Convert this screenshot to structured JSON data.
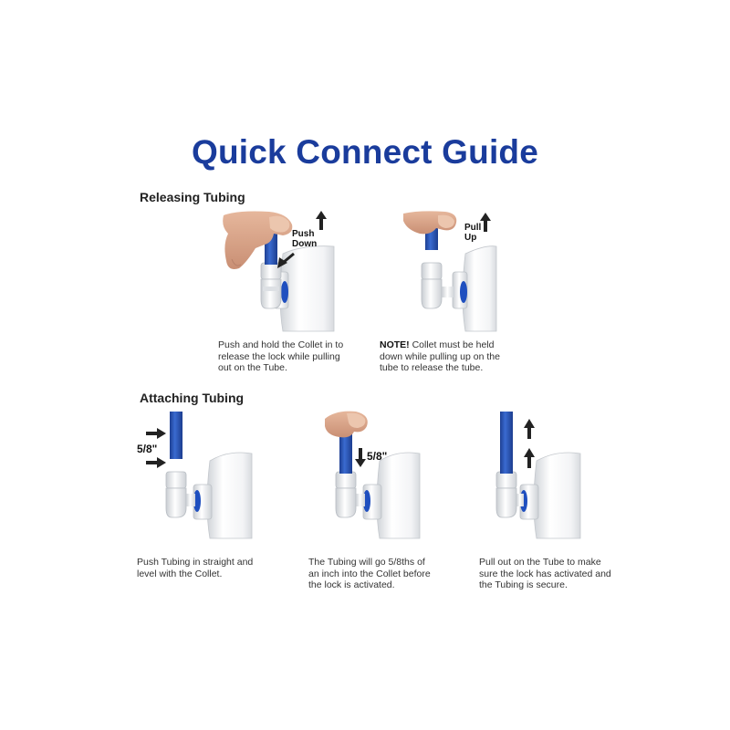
{
  "page": {
    "title": "Quick Connect Guide"
  },
  "releasing": {
    "heading": "Releasing Tubing",
    "step1": {
      "label_line1": "Push",
      "label_line2": "Down",
      "caption": "Push and hold the Collet in to release the lock while pulling out on the Tube."
    },
    "step2": {
      "label_line1": "Pull",
      "label_line2": "Up",
      "caption_bold": "NOTE!",
      "caption": " Collet must be held down while pulling up on the tube to release the tube."
    }
  },
  "attaching": {
    "heading": "Attaching Tubing",
    "step1": {
      "label": "5/8\"",
      "caption": "Push Tubing in straight and level with the Collet."
    },
    "step2": {
      "label": "5/8\"",
      "caption": "The Tubing will go 5/8ths of an inch into the Collet before the lock is activated."
    },
    "step3": {
      "caption": "Pull out on the Tube to make sure the lock has activated and the Tubing is secure."
    }
  },
  "colors": {
    "title": "#1a3c9c",
    "tube": "#2a56b8",
    "fitting": "#eef0f2",
    "o_ring": "#1f4fbf",
    "skin": "#d9a58a"
  },
  "icons": [
    "hand-icon",
    "tube-icon",
    "fitting-icon",
    "housing-icon",
    "arrow-up-icon",
    "arrow-down-icon",
    "arrow-right-icon"
  ]
}
